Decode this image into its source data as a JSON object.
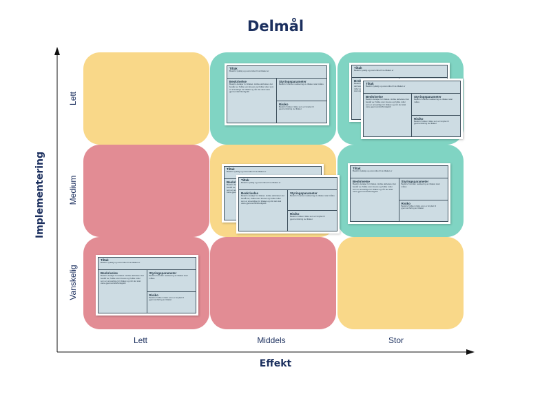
{
  "title": "Delmål",
  "x_axis": {
    "title": "Effekt",
    "categories": [
      "Lett",
      "Middels",
      "Stor"
    ]
  },
  "y_axis": {
    "title": "Implementering",
    "categories": [
      "Lett",
      "Medium",
      "Vanskelig"
    ]
  },
  "colors": {
    "yellow": "#f9d889",
    "red": "#e28c94",
    "green": "#80d4c3",
    "text": "#1b2f5e"
  },
  "card": {
    "tiltak_label": "Tiltak",
    "tiltak_desc": "Beskriv tydelig og overordnet hva tiltaket er",
    "beskrivelse_label": "Beskrivelse",
    "beskrivelse_desc": "Beskriv detaljer for tiltaket. Hvilke aktiviteter det består av, hvilke som kreves og hvilke roller som er ansvarlige for tiltaket og når det skal være gjennomført/ferdigstilt",
    "styring_label": "Styringsparameter",
    "styring_desc": "Beskriv hvordan realisering av tiltaket skal måles",
    "risiko_label": "Risiko",
    "risiko_desc": "Beskriv hvilken risiko som er knyttet til gjennomføring av tiltaket"
  },
  "grid": [
    [
      "yellow",
      "green",
      "green"
    ],
    [
      "red",
      "yellow",
      "green"
    ],
    [
      "red",
      "red",
      "yellow"
    ]
  ]
}
